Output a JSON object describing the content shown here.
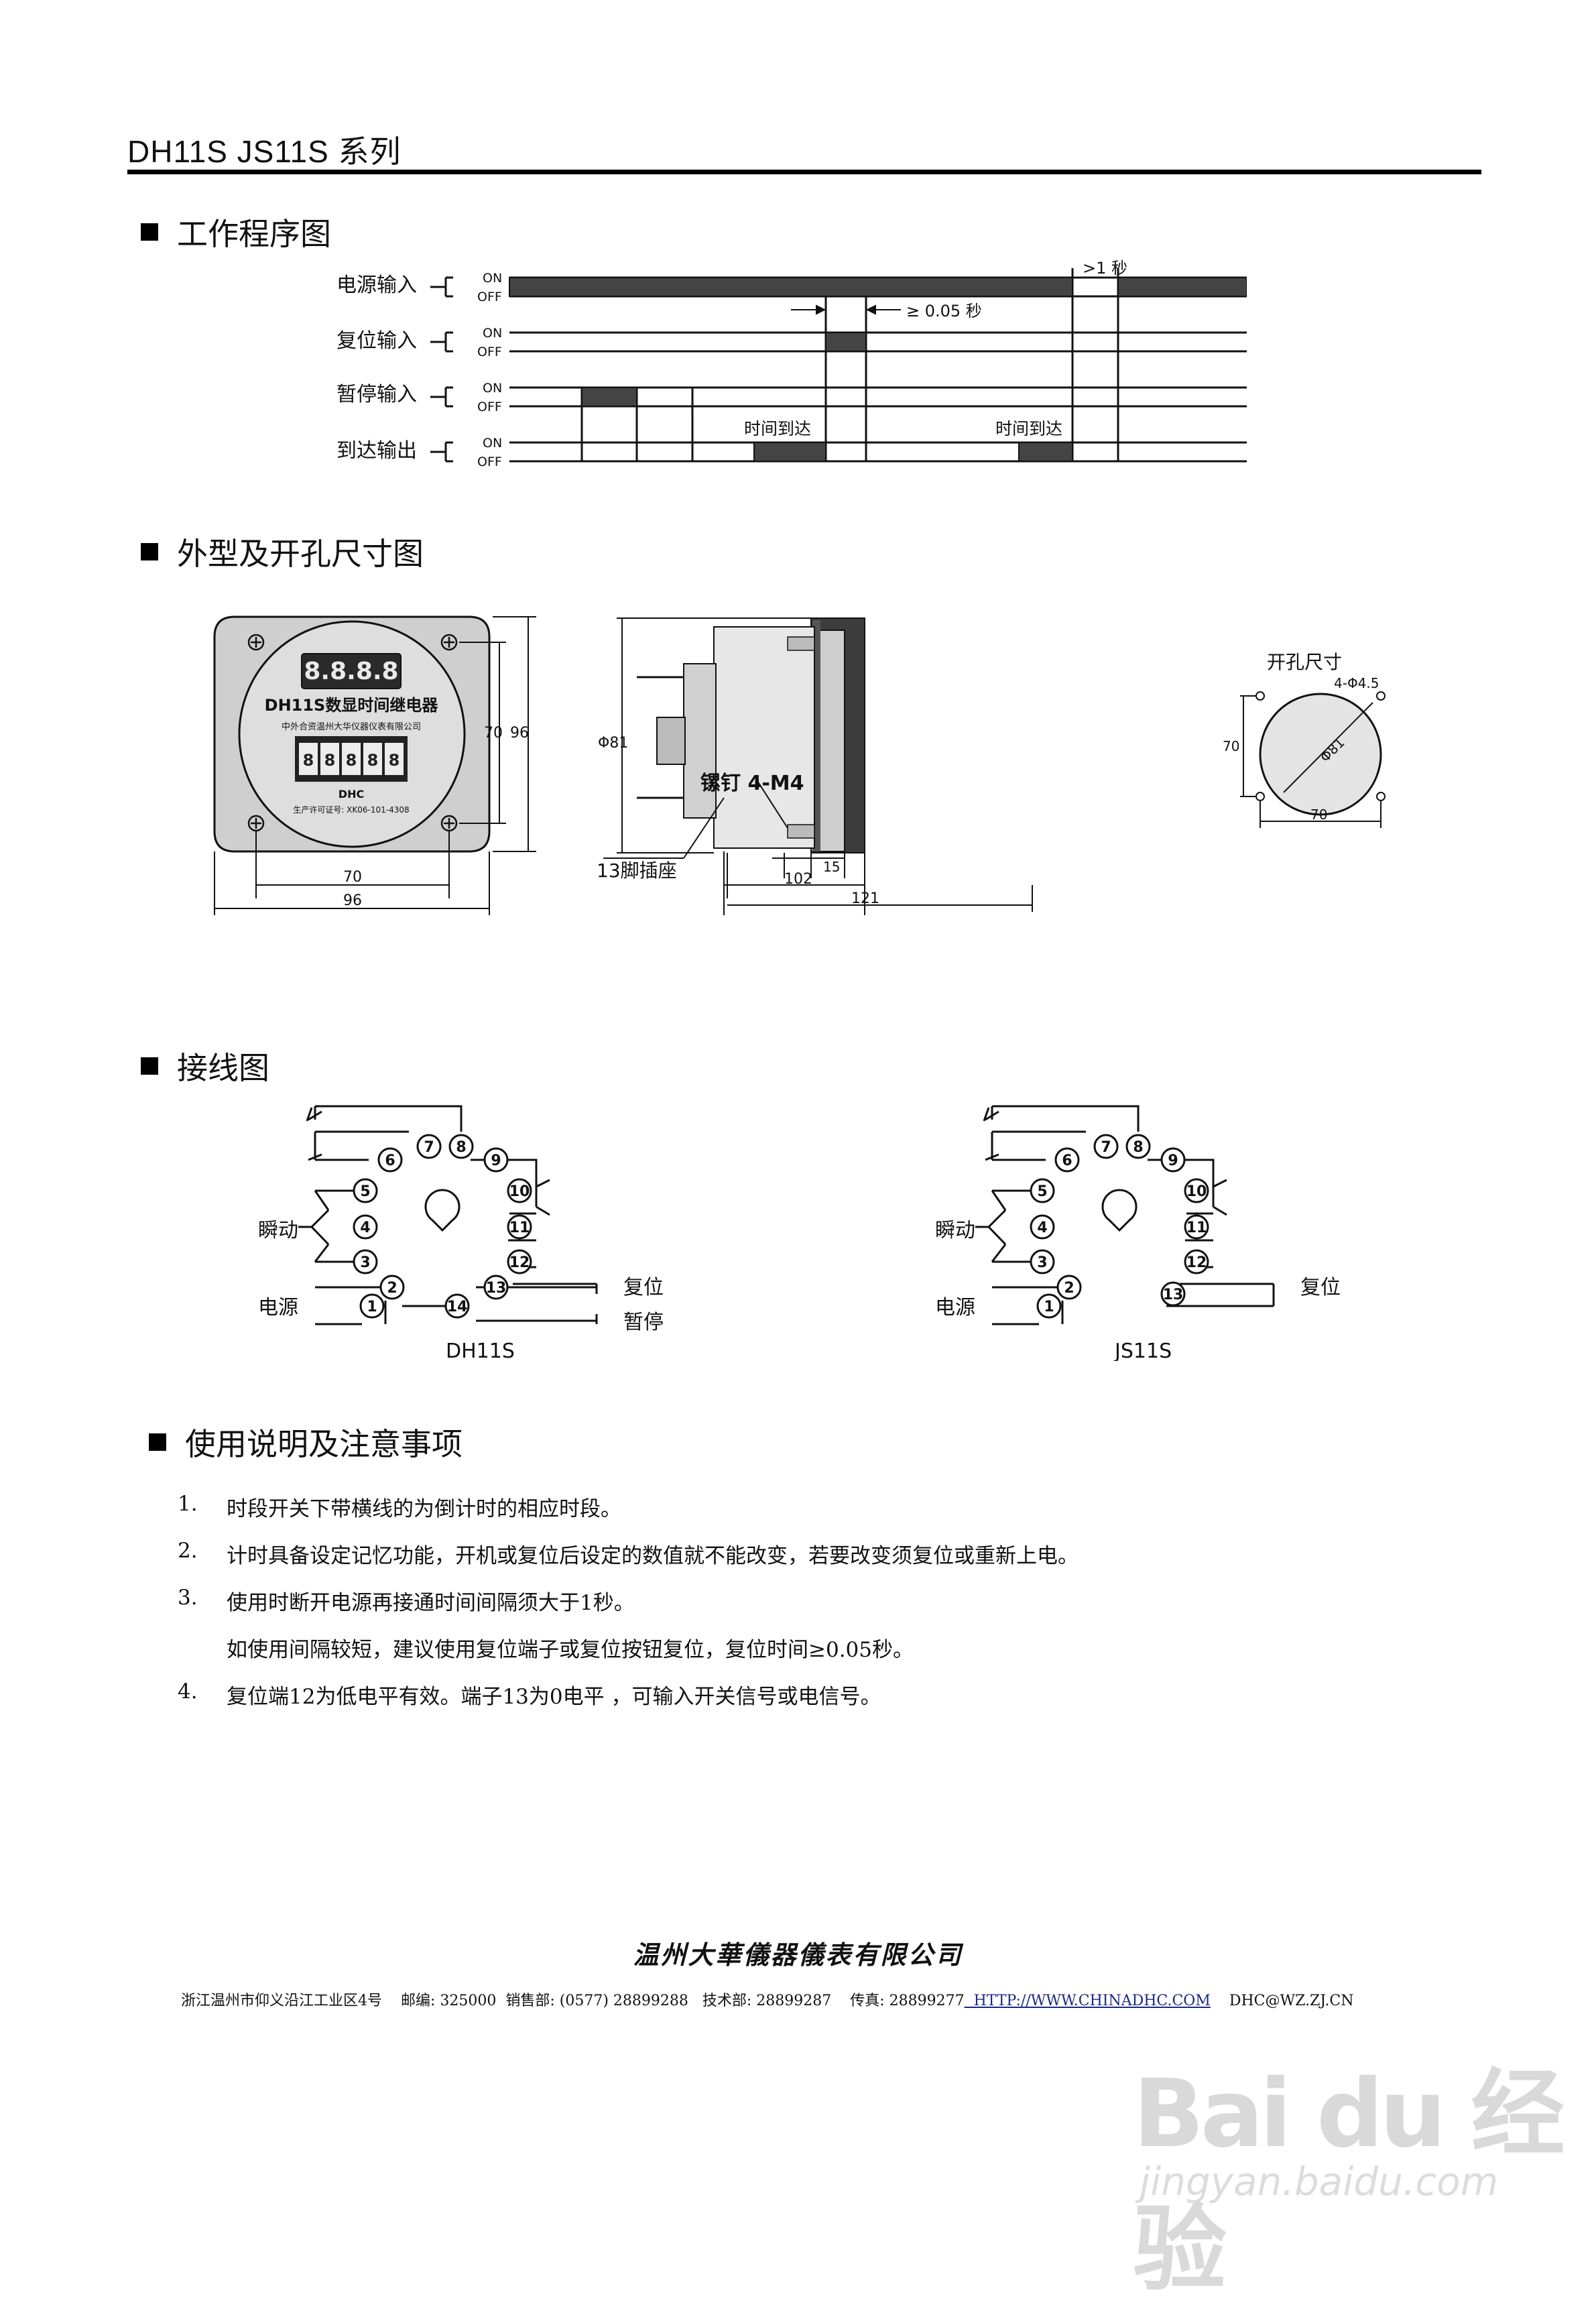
{
  "header": {
    "title": "DH11S    JS11S 系列"
  },
  "sections": {
    "timing": "工作程序图",
    "dimensions": "外型及开孔尺寸图",
    "wiring": "接线图",
    "notes": "使用说明及注意事项"
  },
  "timing": {
    "rows": [
      "电源输入",
      "复位输入",
      "暂停输入",
      "到达输出"
    ],
    "on": "ON",
    "off": "OFF",
    "gt1s": ">1 秒",
    "ge005": "≥ 0.05 秒",
    "time_reached": "时间到达"
  },
  "dims": {
    "display": "8.8.8.8",
    "model": "DH11S数显时间继电器",
    "maker": "中外合资温州大华仪器仪表有限公司",
    "brand": "DHC",
    "license": "生产许可证号: XK06-101-4308",
    "d70": "70",
    "d96": "96",
    "phi81": "Φ81",
    "screw": "镙钉 4-M4",
    "socket": "13脚插座",
    "d15": "15",
    "d102": "102",
    "d121": "121",
    "cutout": "开孔尺寸",
    "holes": "4-Φ4.5"
  },
  "wiring": {
    "left_caption": "DH11S",
    "right_caption": "JS11S",
    "instant": "瞬动",
    "power": "电源",
    "reset": "复位",
    "pause": "暂停"
  },
  "notes": [
    {
      "num": "1.",
      "text": "时段开关下带横线的为倒计时的相应时段。"
    },
    {
      "num": "2.",
      "text": "计时具备设定记忆功能，开机或复位后设定的数值就不能改变，若要改变须复位或重新上电。"
    },
    {
      "num": "3.",
      "text": "使用时断开电源再接通时间间隔须大于1秒。"
    },
    {
      "num": "",
      "text": "如使用间隔较短，建议使用复位端子或复位按钮复位，复位时间≥0.05秒。"
    },
    {
      "num": "4.",
      "text": "复位端12为低电平有效。端子13为0电平 ，可输入开关信号或电信号。"
    }
  ],
  "footer": {
    "company": "温州大華儀器儀表有限公司",
    "address": "浙江温州市仰义沿江工业区4号    邮编: 325000  销售部: (0577) 28899288   技术部: 28899287    传真: 28899277",
    "url": "  HTTP://WWW.CHINADHC.COM",
    "email": "    DHC@WZ.ZJ.CN"
  },
  "watermark": {
    "main": "Bai du 经验",
    "sub": "jingyan.baidu.com"
  }
}
